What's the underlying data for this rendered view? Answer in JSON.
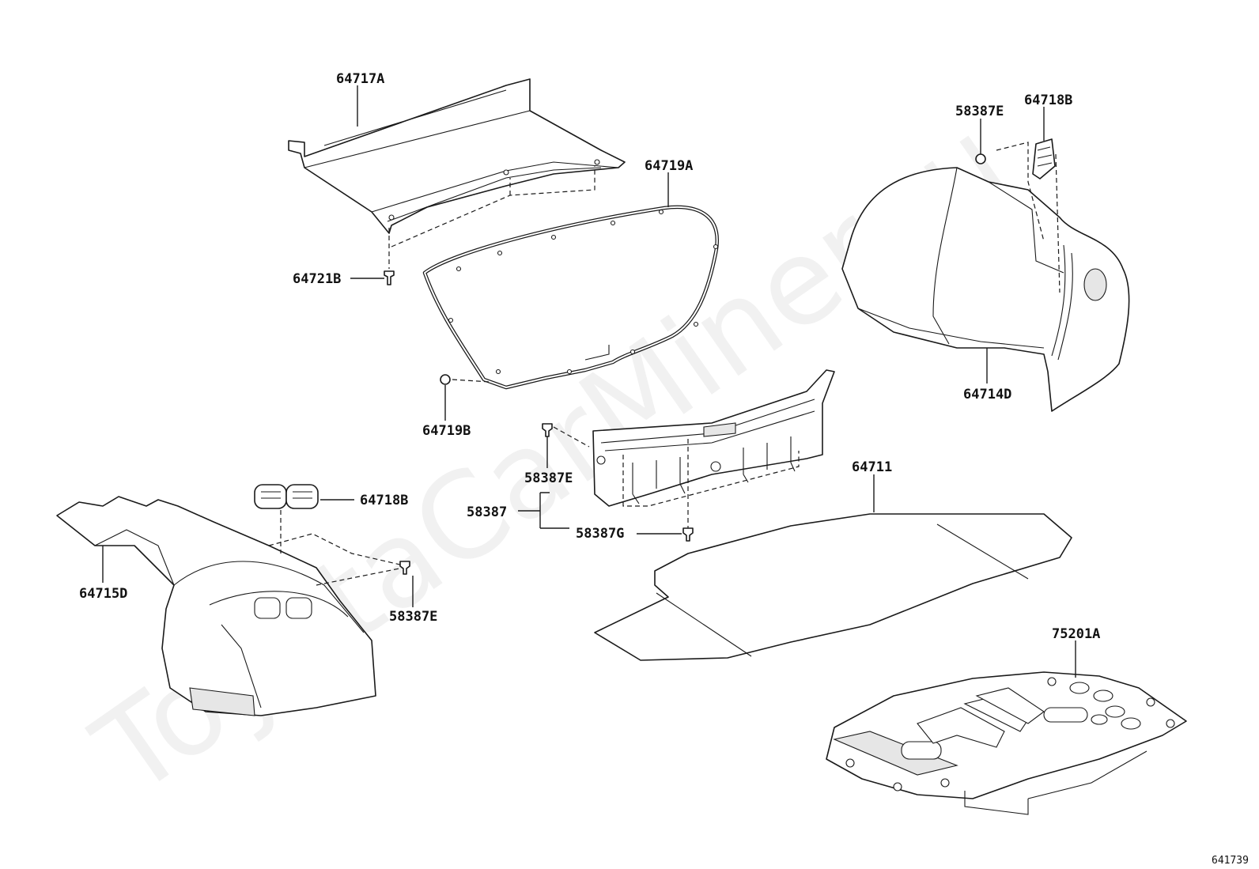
{
  "watermark": "ToyotaCarMiner.ru",
  "diagram_code": "641739",
  "callouts": {
    "c64717A": "64717A",
    "c64721B": "64721B",
    "c64719A": "64719A",
    "c64719B": "64719B",
    "c58387E_top": "58387E",
    "c64718B_top": "64718B",
    "c64714D": "64714D",
    "c58387E_mid": "58387E",
    "c58387": "58387",
    "c58387G": "58387G",
    "c64711": "64711",
    "c64718B_left": "64718B",
    "c64715D": "64715D",
    "c58387E_low": "58387E",
    "c75201A": "75201A"
  }
}
